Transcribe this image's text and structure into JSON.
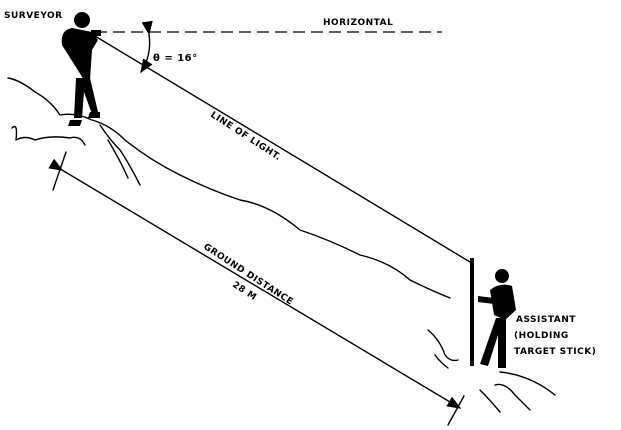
{
  "labels": {
    "surveyor": "SURVEYOR",
    "horizontal": "HORIZONTAL",
    "angle": "θ = 16°",
    "line_of_sight": "LINE OF LIGHT.",
    "ground_distance": "GROUND DISTANCE",
    "distance_value": "28 M",
    "assistant_line1": "ASSISTANT",
    "assistant_line2": "(HOLDING",
    "assistant_line3": "TARGET STICK)"
  }
}
